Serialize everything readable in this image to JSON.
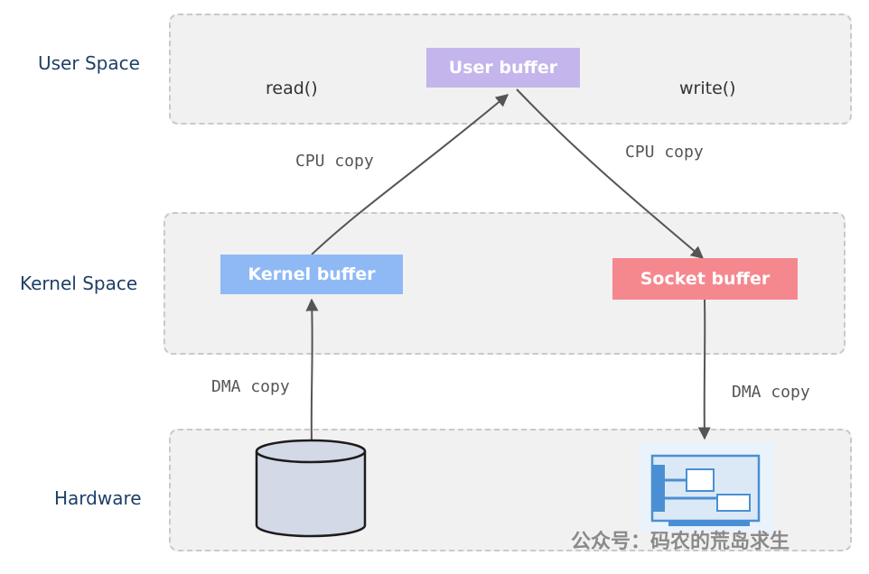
{
  "layers": {
    "user": "User Space",
    "kernel": "Kernel Space",
    "hardware": "Hardware"
  },
  "calls": {
    "read": "read()",
    "write": "write()"
  },
  "buffers": {
    "user": "User buffer",
    "kernel": "Kernel buffer",
    "socket": "Socket buffer"
  },
  "copies": {
    "cpu_to_user": "CPU copy",
    "cpu_to_socket": "CPU copy",
    "dma_disk": "DMA copy",
    "dma_nic": "DMA copy"
  },
  "colors": {
    "user_buffer": "#c4b5ec",
    "kernel_buffer": "#8fb9f5",
    "socket_buffer": "#f5888f",
    "nic": "#4a8fd4",
    "disk": "#d3d9e6"
  },
  "icons": {
    "disk": "disk-icon",
    "nic": "network-card-icon"
  },
  "watermark": "公众号：码农的荒岛求生"
}
